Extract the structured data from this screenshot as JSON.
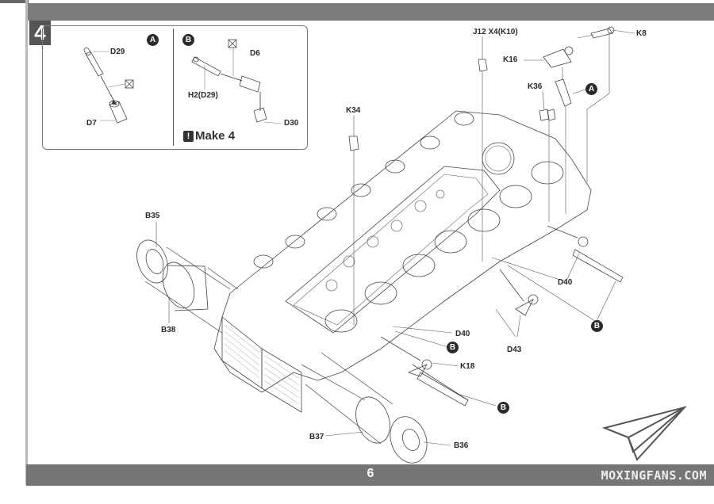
{
  "page": {
    "page_number": "6",
    "brand": "MOXINGFANS.COM",
    "step_number": "4"
  },
  "subassembly_a": {
    "badge": "A",
    "parts": [
      "D29",
      "D7"
    ]
  },
  "subassembly_b": {
    "badge": "B",
    "parts": [
      "D6",
      "H2(D29)",
      "D30"
    ],
    "note_icon": "!",
    "note": "Make 4"
  },
  "callouts": {
    "j12": "J12 X4(K10)",
    "k8": "K8",
    "k16": "K16",
    "k36": "K36",
    "k34": "K34",
    "a_ref": "A",
    "b35": "B35",
    "b38": "B38",
    "d40_right": "D40",
    "d40_left": "D40",
    "d43": "D43",
    "k18": "K18",
    "b37": "B37",
    "b36": "B36",
    "b_ref_1": "B",
    "b_ref_2": "B",
    "b_ref_3": "B"
  },
  "icons": {
    "glue_icon": "no-glue-icon",
    "logo": "paper-plane-logo"
  }
}
